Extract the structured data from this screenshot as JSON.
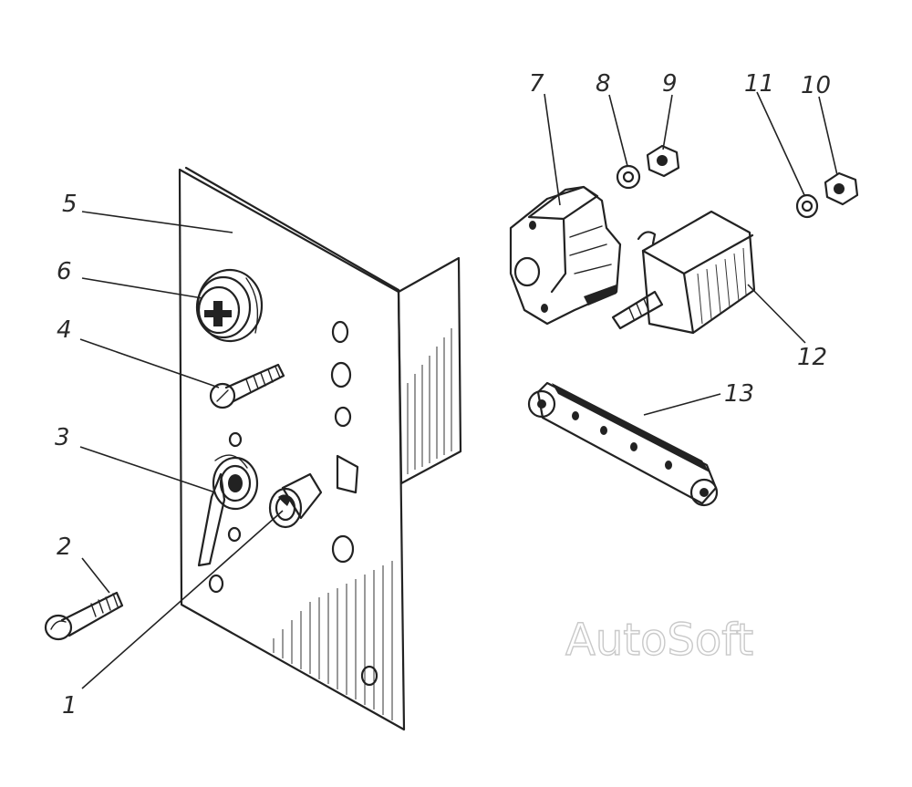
{
  "callouts": {
    "c1": "1",
    "c2": "2",
    "c3": "3",
    "c4": "4",
    "c5": "5",
    "c6": "6",
    "c7": "7",
    "c8": "8",
    "c9": "9",
    "c10": "10",
    "c11": "11",
    "c12": "12",
    "c13": "13"
  },
  "watermark": "AutoSoft"
}
